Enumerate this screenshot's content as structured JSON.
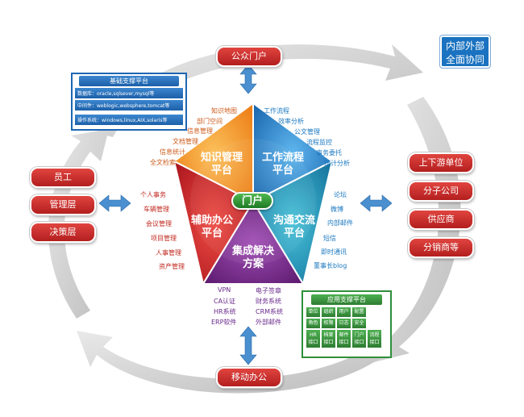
{
  "tag": {
    "line1": "内部外部",
    "line2": "全面协同"
  },
  "top_pill": "公众门户",
  "bottom_pill": "移动办公",
  "left_pills": [
    "员工",
    "管理层",
    "决策层"
  ],
  "right_pills": [
    "上下游单位",
    "分子公司",
    "供应商",
    "分销商等"
  ],
  "center": "门户",
  "segments": {
    "knowledge": {
      "l1": "知识管理",
      "l2": "平台"
    },
    "workflow": {
      "l1": "工作流程",
      "l2": "平台"
    },
    "office": {
      "l1": "辅助办公",
      "l2": "平台"
    },
    "communication": {
      "l1": "沟通交流",
      "l2": "平台"
    },
    "integration": {
      "l1": "集成解决",
      "l2": "方案"
    }
  },
  "knowledge_labels": [
    "知识地图",
    "部门空间",
    "信息管理",
    "文档管理",
    "信息统计",
    "全文检索"
  ],
  "workflow_labels": [
    "工作流程",
    "效率分析",
    "公文管理",
    "流程监控",
    "事务委托",
    "统计分析"
  ],
  "office_labels": [
    "个人事务",
    "车辆管理",
    "会议管理",
    "项目管理",
    "人事管理",
    "资产管理"
  ],
  "comm_labels": [
    "论坛",
    "微博",
    "内部邮件",
    "短信",
    "即时通讯",
    "董事长blog"
  ],
  "integration_left": [
    "VPN",
    "CA认证",
    "HR系统",
    "ERP软件"
  ],
  "integration_right": [
    "电子签章",
    "财务系统",
    "CRM系统",
    "外部邮件"
  ],
  "base_platform": {
    "title": "基础支撑平台",
    "rows": [
      "数据库：oracle,sqlsever,mysql等",
      "中间件：weblogic,websphere,tomcat等",
      "操作系统：windows,linux,AIX,solaris等"
    ]
  },
  "app_platform": {
    "title": "应用支撑平台",
    "row1": [
      "单位",
      "组织",
      "用户",
      "配置"
    ],
    "row2": [
      "角色",
      "权限",
      "日志",
      "安全"
    ],
    "row3": [
      {
        "a": "HR",
        "b": "接口"
      },
      {
        "a": "档案",
        "b": "接口"
      },
      {
        "a": "邮件",
        "b": "接口"
      },
      {
        "a": "门户",
        "b": "接口"
      },
      {
        "a": "流程",
        "b": "接口"
      }
    ]
  },
  "colors": {
    "knowledge": "#f39a1e",
    "workflow": "#2a86cc",
    "office": "#d6232a",
    "communication": "#1f9bb8",
    "integration": "#7a2e8e",
    "portal": "#2e8b3a",
    "pill": "#c62a26"
  }
}
